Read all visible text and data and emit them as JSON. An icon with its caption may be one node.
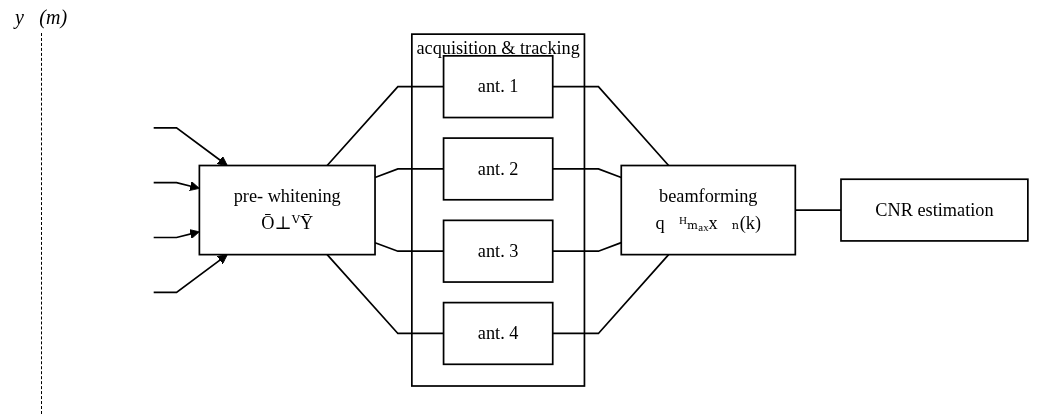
{
  "diagram": {
    "nodes": [
      {
        "text": [
          "pre- whitening",
          "Ō⊥ⱽȲ"
        ]
      },
      {
        "text": [
          "acquisition & tracking"
        ]
      },
      {
        "text": [
          "ant. 1"
        ],
        "in": 1
      },
      {
        "text": [
          "ant. 2"
        ],
        "in": 1
      },
      {
        "text": [
          "ant. 3"
        ],
        "in": 1
      },
      {
        "text": [
          "ant. 4"
        ],
        "in": 1
      },
      {
        "text": [
          "beamforming",
          "q⃗ᴴₘₐₓx⃗ₙ(k)"
        ]
      },
      {
        "text": [
          "CNR estimation"
        ]
      }
    ],
    "edges": [
      {
        "from": null,
        "to": 0,
        "arrow": "to"
      },
      {
        "from": null,
        "to": 0,
        "arrow": "to"
      },
      {
        "from": null,
        "to": 0,
        "arrow": "to"
      },
      {
        "from": null,
        "to": 0,
        "arrow": "to"
      },
      {
        "from": 0,
        "to": 2,
        "arrow": "none"
      },
      {
        "from": 0,
        "to": 3,
        "arrow": "none"
      },
      {
        "from": 0,
        "to": 4,
        "arrow": "none"
      },
      {
        "from": 0,
        "to": 5,
        "arrow": "none"
      },
      {
        "from": 2,
        "to": 6,
        "arrow": "none"
      },
      {
        "from": 3,
        "to": 6,
        "arrow": "none"
      },
      {
        "from": 4,
        "to": 6,
        "arrow": "none"
      },
      {
        "from": 5,
        "to": 6,
        "arrow": "none"
      },
      {
        "from": 6,
        "to": 7,
        "arrow": "none"
      }
    ],
    "labels": [
      "y⃗(m)"
    ]
  }
}
